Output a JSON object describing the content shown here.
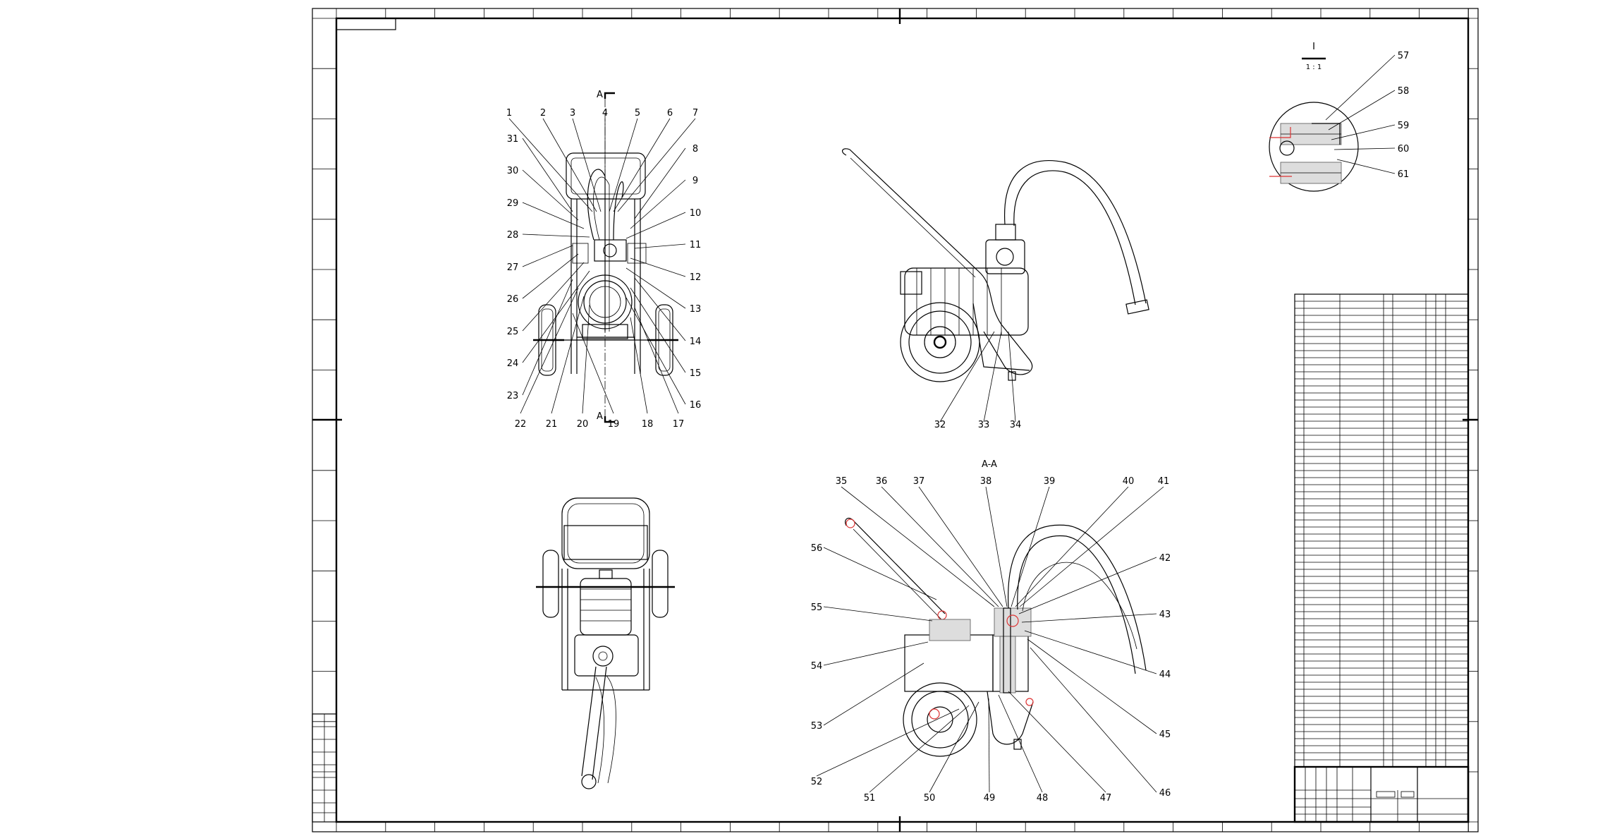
{
  "sheet": {
    "corner_label": "",
    "section_label": "A-A",
    "section_marks": [
      "A",
      "A"
    ],
    "detail_label": "I",
    "detail_scale": "1 : 1"
  },
  "balloons": {
    "front_view_left": [
      "31",
      "30",
      "29",
      "28",
      "27",
      "26",
      "25",
      "24",
      "23",
      "22",
      "21",
      "20",
      "19"
    ],
    "front_view_top": [
      "1",
      "2",
      "3",
      "4",
      "5",
      "6",
      "7"
    ],
    "front_view_right": [
      "8",
      "9",
      "10",
      "11",
      "12",
      "13",
      "14",
      "15",
      "16",
      "17",
      "18"
    ],
    "iso_view": [
      "32",
      "33",
      "34"
    ],
    "section_view_top": [
      "35",
      "36",
      "37",
      "38",
      "39",
      "40",
      "41"
    ],
    "section_view_right": [
      "42",
      "43",
      "44",
      "45",
      "46"
    ],
    "section_view_bottom": [
      "47",
      "48",
      "49",
      "50",
      "51",
      "52"
    ],
    "section_view_left": [
      "53",
      "54",
      "55",
      "56"
    ],
    "detail_view": [
      "57",
      "58",
      "59",
      "60",
      "61"
    ]
  },
  "colors": {
    "line": "#000000",
    "highlight": "#d33333",
    "background": "#ffffff"
  }
}
